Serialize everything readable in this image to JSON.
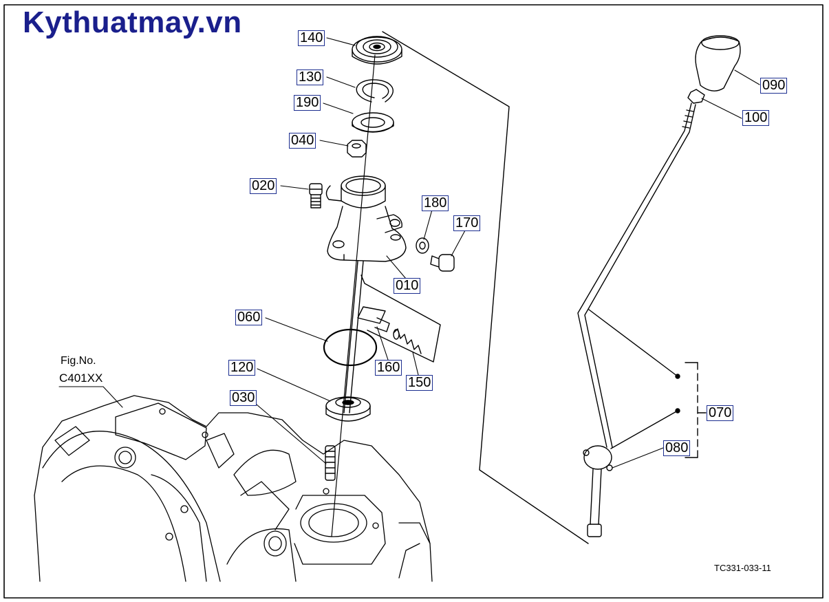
{
  "watermark": "Kythuatmay.vn",
  "callouts": {
    "p140": "140",
    "p130": "130",
    "p190": "190",
    "p040": "040",
    "p020": "020",
    "p180": "180",
    "p170": "170",
    "p010": "010",
    "p060": "060",
    "p160": "160",
    "p150": "150",
    "p120": "120",
    "p030": "030",
    "p090": "090",
    "p100": "100",
    "p070": "070",
    "p080": "080"
  },
  "reference": {
    "fig_no_label": "Fig.No.",
    "fig_no_value": "C401XX"
  },
  "drawing_code": "TC331-033-11"
}
